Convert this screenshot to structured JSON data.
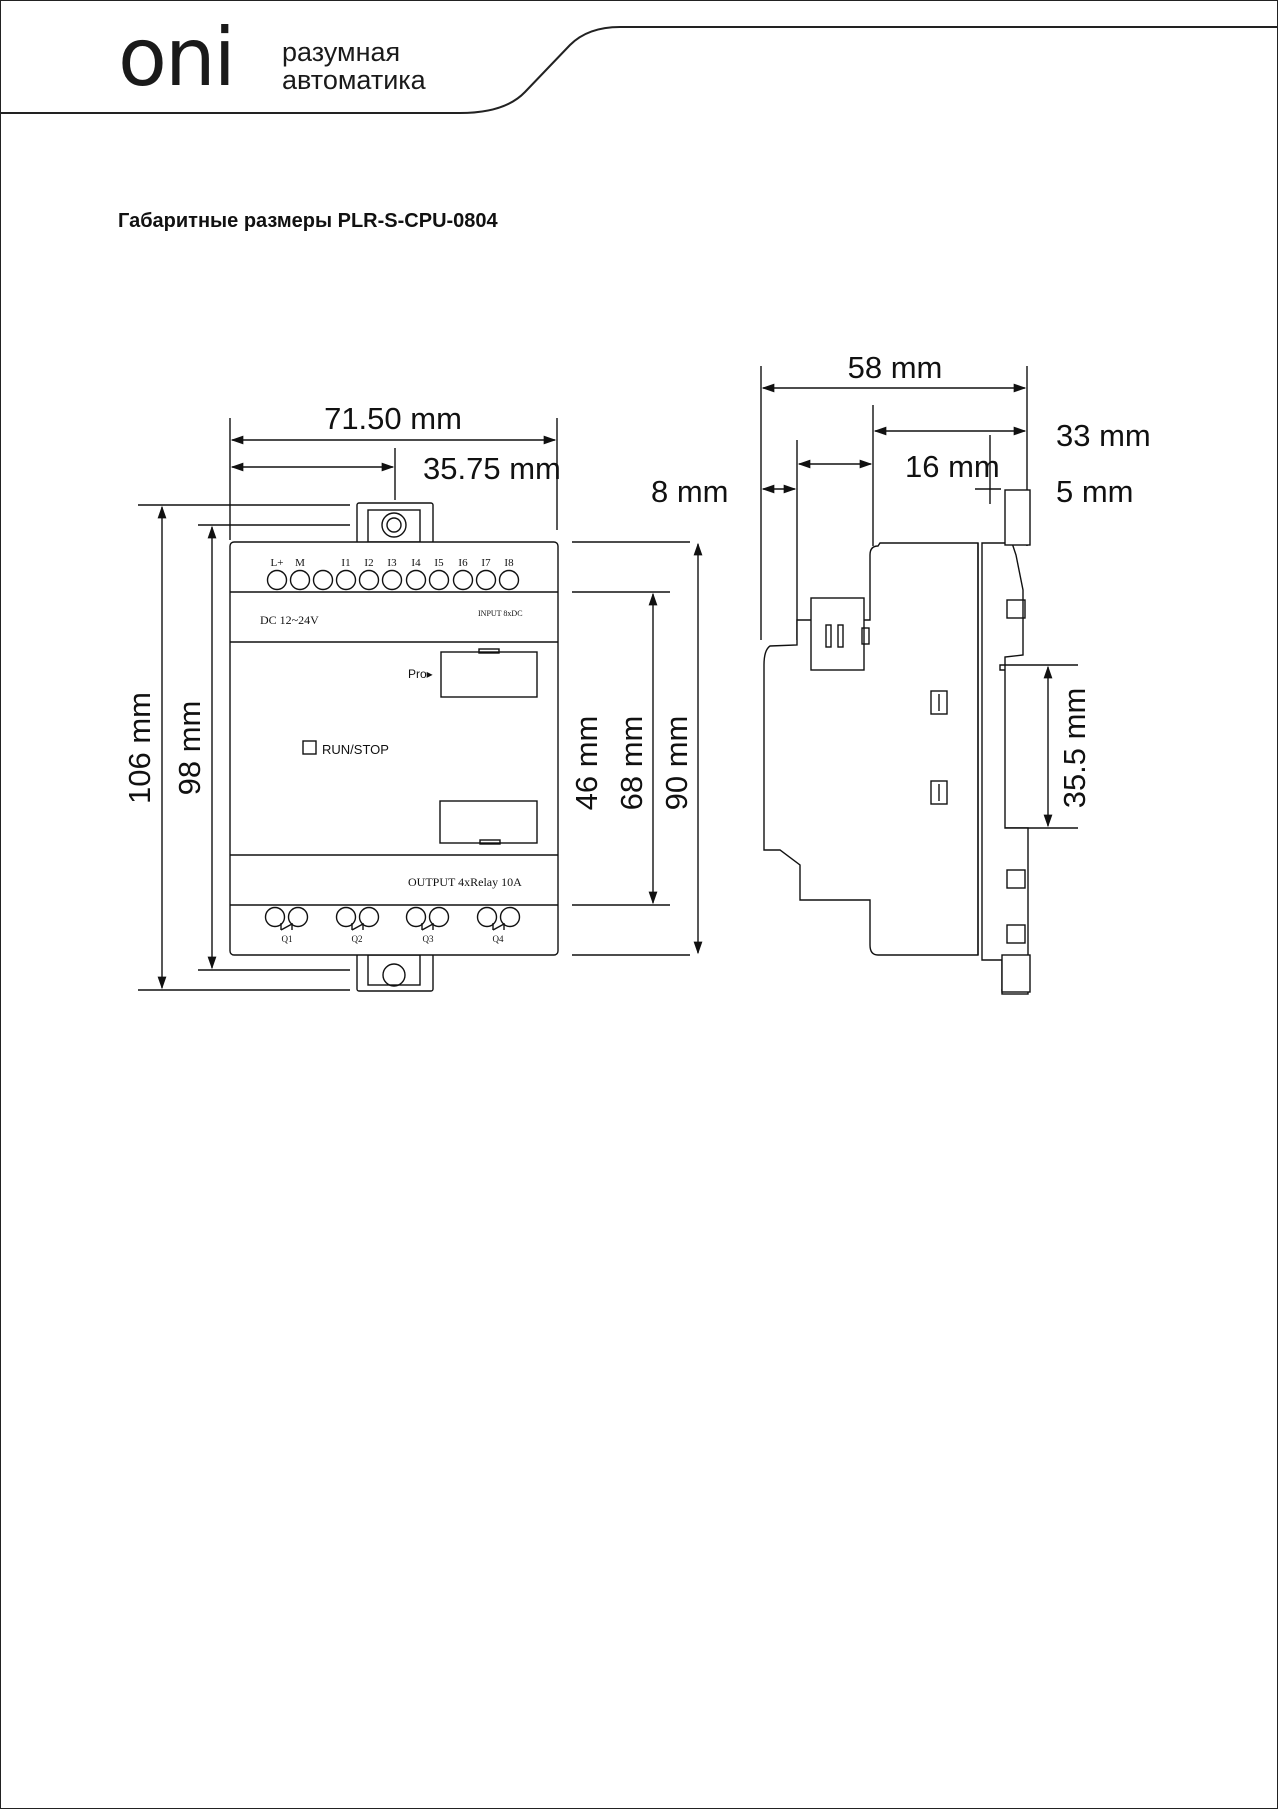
{
  "header": {
    "logo_text": "oni",
    "tagline_line1": "разумная",
    "tagline_line2": "автоматика"
  },
  "title": "Габаритные размеры PLR-S-CPU-0804",
  "front_view": {
    "dimensions": {
      "width_total": "71.50 mm",
      "width_half": "35.75 mm",
      "height_total": "106 mm",
      "height_body": "98 mm",
      "height_front": "46 mm",
      "height_cover": "68 mm",
      "height_base": "90 mm"
    },
    "terminal_labels": [
      "L+",
      "M",
      "I1",
      "I2",
      "I3",
      "I4",
      "I5",
      "I6",
      "I7",
      "I8"
    ],
    "power_label": "DC 12~24V",
    "input_label": "INPUT 8xDC",
    "pro_label": "Pro▸",
    "run_stop_label": "RUN/STOP",
    "output_label": "OUTPUT  4xRelay 10A",
    "relay_labels": [
      "Q1",
      "Q2",
      "Q3",
      "Q4"
    ]
  },
  "side_view": {
    "dimensions": {
      "depth_total": "58 mm",
      "depth_front": "33 mm",
      "depth_mid": "16 mm",
      "depth_step": "8 mm",
      "depth_rail": "5 mm",
      "rail_height": "35.5 mm"
    }
  }
}
